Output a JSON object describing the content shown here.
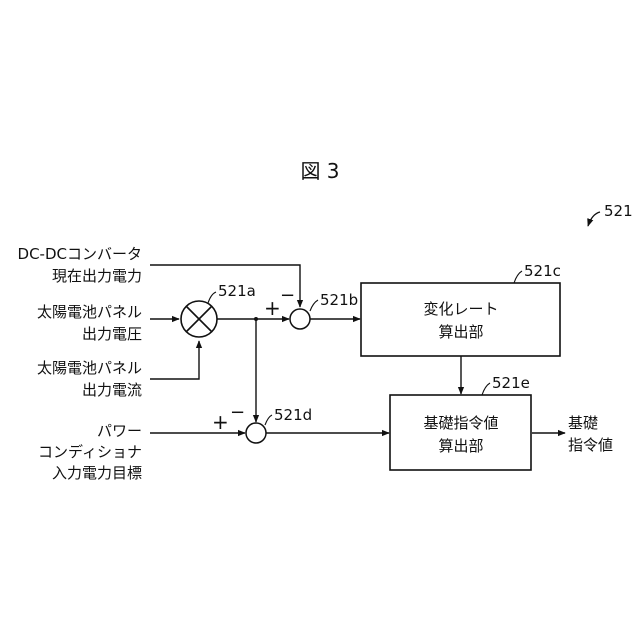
{
  "figure": {
    "title": "図 3",
    "ref": "521"
  },
  "inputs": {
    "dcdc_current": [
      "DC-DCコンバータ",
      "現在出力電力"
    ],
    "pv_voltage": [
      "太陽電池パネル",
      "出力電圧"
    ],
    "pv_current": [
      "太陽電池パネル",
      "出力電流"
    ],
    "pcs_target": [
      "パワー",
      "コンディショナ",
      "入力電力目標"
    ]
  },
  "nodes": {
    "multiplier": "521a",
    "sum_b": "521b",
    "sum_d": "521d",
    "block_c": "521c",
    "block_e": "521e"
  },
  "blocks": {
    "change_rate": [
      "変化レート",
      "算出部"
    ],
    "base_command": [
      "基礎指令値",
      "算出部"
    ]
  },
  "output": [
    "基礎",
    "指令値"
  ],
  "signs": {
    "plus": "+",
    "minus": "−"
  },
  "colors": {
    "line": "#111111",
    "background": "#ffffff"
  }
}
